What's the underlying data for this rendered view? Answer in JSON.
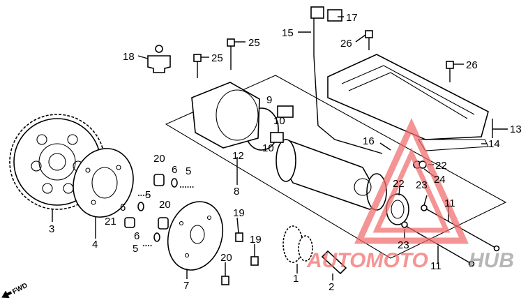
{
  "labels": [
    {
      "id": "1",
      "text": "1"
    },
    {
      "id": "2",
      "text": "2"
    },
    {
      "id": "3",
      "text": "3"
    },
    {
      "id": "4",
      "text": "4"
    },
    {
      "id": "5a",
      "text": "5"
    },
    {
      "id": "5b",
      "text": "5"
    },
    {
      "id": "5c",
      "text": "5"
    },
    {
      "id": "6a",
      "text": "6"
    },
    {
      "id": "6b",
      "text": "6"
    },
    {
      "id": "6c",
      "text": "6"
    },
    {
      "id": "7",
      "text": "7"
    },
    {
      "id": "8",
      "text": "8"
    },
    {
      "id": "9",
      "text": "9"
    },
    {
      "id": "10a",
      "text": "10"
    },
    {
      "id": "10b",
      "text": "10"
    },
    {
      "id": "11a",
      "text": "11"
    },
    {
      "id": "11b",
      "text": "11"
    },
    {
      "id": "12",
      "text": "12"
    },
    {
      "id": "13",
      "text": "13"
    },
    {
      "id": "14",
      "text": "14"
    },
    {
      "id": "15",
      "text": "15"
    },
    {
      "id": "16",
      "text": "16"
    },
    {
      "id": "17",
      "text": "17"
    },
    {
      "id": "18",
      "text": "18"
    },
    {
      "id": "19a",
      "text": "19"
    },
    {
      "id": "19b",
      "text": "19"
    },
    {
      "id": "19c",
      "text": "19"
    },
    {
      "id": "20a",
      "text": "20"
    },
    {
      "id": "20b",
      "text": "20"
    },
    {
      "id": "20c",
      "text": "20"
    },
    {
      "id": "21",
      "text": "21"
    },
    {
      "id": "22",
      "text": "22"
    },
    {
      "id": "23a",
      "text": "23"
    },
    {
      "id": "23b",
      "text": "23"
    },
    {
      "id": "24",
      "text": "24"
    },
    {
      "id": "25a",
      "text": "25"
    },
    {
      "id": "25b",
      "text": "25"
    },
    {
      "id": "26a",
      "text": "26"
    },
    {
      "id": "26b",
      "text": "26"
    }
  ],
  "fwd_marker": "FWD",
  "watermark": {
    "text_left": "AUTOMOTO",
    "text_right": "HUB",
    "color_left": "#f26b6b",
    "color_right": "#9a9a9a"
  },
  "colors": {
    "ink": "#000000",
    "watermark_red": "#f26b6b",
    "watermark_grey": "#9a9a9a"
  }
}
